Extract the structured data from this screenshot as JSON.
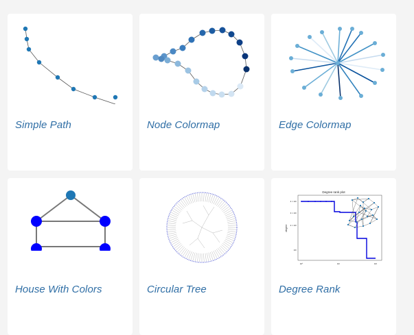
{
  "gallery": {
    "cards": [
      {
        "title": "Simple Path",
        "thumbnail": "simple-path-plot"
      },
      {
        "title": "Node Colormap",
        "thumbnail": "node-colormap-plot"
      },
      {
        "title": "Edge Colormap",
        "thumbnail": "edge-colormap-plot"
      },
      {
        "title": "House With Colors",
        "thumbnail": "house-graph-plot"
      },
      {
        "title": "Circular Tree",
        "thumbnail": "circular-tree-plot"
      },
      {
        "title": "Degree Rank",
        "thumbnail": "degree-rank-plot"
      }
    ],
    "degree_rank_plot": {
      "title": "Degree rank plot",
      "ylabel": "degree",
      "y_ticks": [
        "4 × 10¹",
        "3 × 10¹",
        "2 × 10¹",
        "10¹"
      ],
      "x_ticks": [
        "10⁰",
        "10¹",
        "10²"
      ]
    }
  },
  "colors": {
    "link": "#2f6ea5",
    "card_bg": "#ffffff",
    "page_bg": "#f4f4f4",
    "house_nodes": "#0000ff",
    "house_roof_node": "#1f77b4"
  }
}
